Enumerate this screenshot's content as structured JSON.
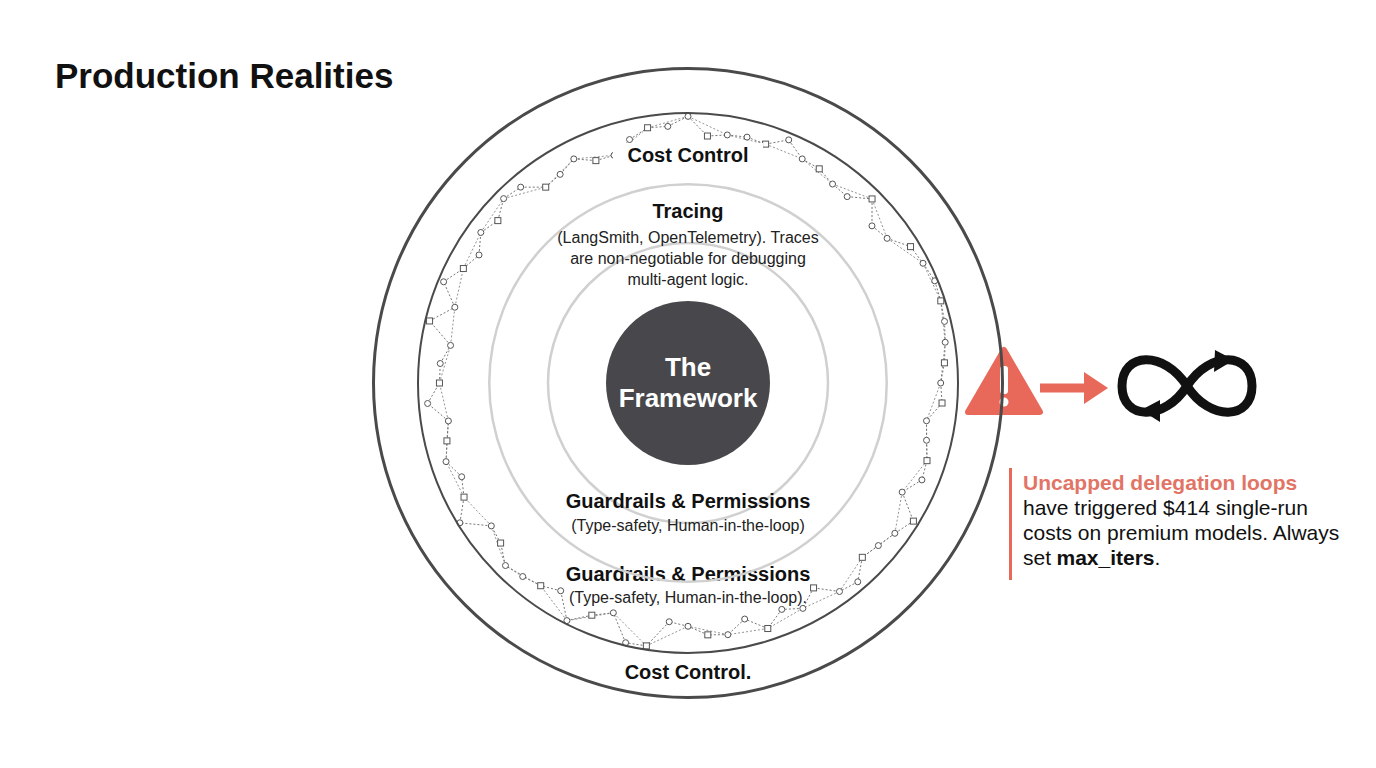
{
  "diagram": {
    "title": "Production Realities",
    "nodes": [
      {
        "text": [
          "Cost Control",
          "Cost Control."
        ]
      },
      {
        "text": [
          "Guardrails & Permissions",
          "(Type-safety, Human-in-the-loop)."
        ],
        "in": 0
      },
      {
        "text": [
          "Tracing",
          "(LangSmith, OpenTelemetry). Traces are non-negotiable for debugging multi-agent logic.",
          "Guardrails & Permissions",
          "(Type-safety, Human-in-the-loop)"
        ],
        "in": 1
      },
      {
        "text": [
          "The Framework"
        ],
        "in": 2
      }
    ],
    "edges": [],
    "labels": [
      "Uncapped delegation loops",
      "have triggered $414 single-run costs on premium models. Always set",
      "max_iters",
      "."
    ]
  }
}
